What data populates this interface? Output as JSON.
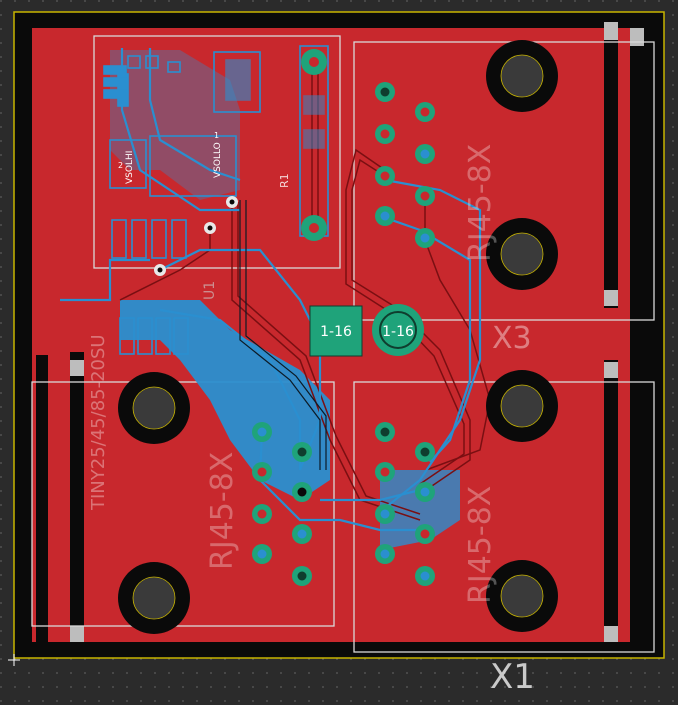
{
  "board": {
    "colors": {
      "background": "#2b2b2b",
      "grid": "#5a5a5a",
      "outline": "#c8b400",
      "top_copper": "#c8282d",
      "bottom_copper": "#2a8fd0",
      "silk": "#ffffff",
      "pad": "#1fa37a",
      "via": "#f0f0f0"
    }
  },
  "components": {
    "tiny": {
      "label": "TINY25/45/85-20SU"
    },
    "u1": {
      "label": "U1"
    },
    "r1": {
      "label": "R1"
    },
    "x1": {
      "label": "X1"
    },
    "x3": {
      "label": "X3"
    },
    "rj45_top_right": {
      "label": "RJ45-8X"
    },
    "rj45_bottom_left": {
      "label": "RJ45-8X"
    },
    "rj45_bottom_right": {
      "label": "RJ45-8X"
    }
  },
  "pads": {
    "square_label": "1-16",
    "round_label": "1-16"
  },
  "smd_labels": {
    "vsolhi": "VSOLHI",
    "vsollo": "VSOLLO",
    "pin_num_1": "1",
    "pin_num_2": "2"
  },
  "icons": {
    "mounting_hole": "mounting-hole-icon",
    "via": "via-icon"
  }
}
